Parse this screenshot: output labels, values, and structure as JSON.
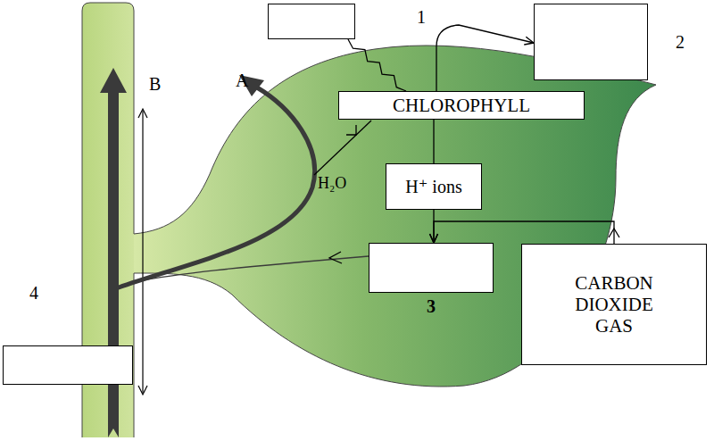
{
  "diagram": {
    "nodes": [
      {
        "text": [
          "1"
        ]
      },
      {
        "text": [
          "2"
        ]
      },
      {
        "text": [
          "CHLOROPHYLL"
        ]
      },
      {
        "text": [
          "H⁺ ions"
        ]
      },
      {
        "text": [
          "3"
        ]
      },
      {
        "text": [
          "CARBON DIOXIDE GAS"
        ]
      },
      {
        "text": [
          "4"
        ]
      }
    ],
    "edges": [
      {
        "from": 0,
        "to": 2,
        "arrow": "none"
      },
      {
        "from": 2,
        "to": 1,
        "arrow": "to"
      },
      {
        "from": 2,
        "to": 3,
        "arrow": "none"
      },
      {
        "from": 3,
        "to": 4,
        "arrow": "to"
      },
      {
        "from": 5,
        "to": 4,
        "arrow": "to"
      }
    ],
    "labels": [
      "A",
      "B",
      "H₂O"
    ]
  }
}
